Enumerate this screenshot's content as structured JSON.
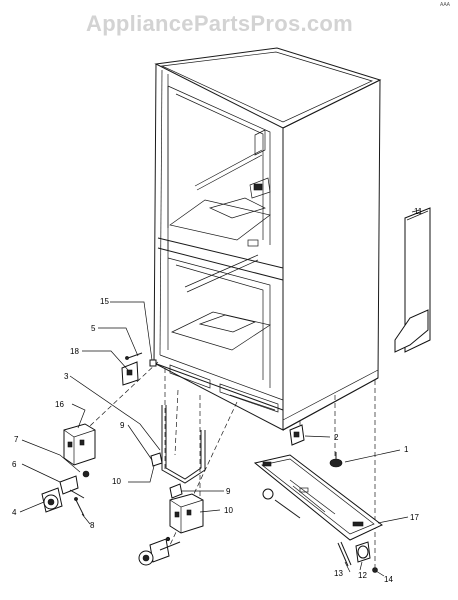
{
  "watermark": "AppliancePartsPros.com",
  "corner_mark": "AAA",
  "callouts": [
    "1",
    "2",
    "3",
    "4",
    "5",
    "6",
    "7",
    "8",
    "9",
    "9",
    "10",
    "10",
    "11",
    "12",
    "13",
    "14",
    "15",
    "16",
    "17",
    "18"
  ]
}
